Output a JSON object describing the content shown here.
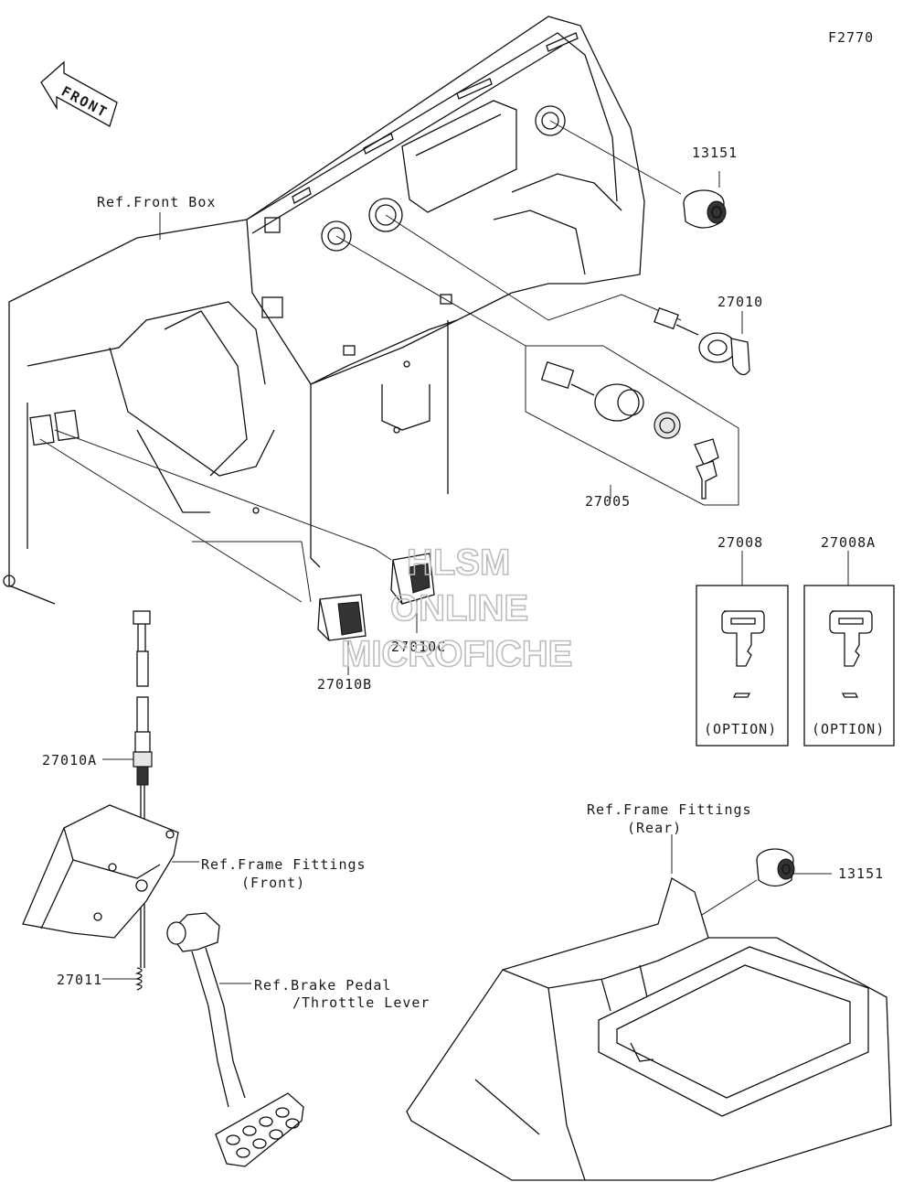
{
  "figure_code": "F2770",
  "front_arrow_text": "FRONT",
  "labels": {
    "ref_front_box": "Ref.Front Box",
    "ref_frame_front_1": "Ref.Frame Fittings",
    "ref_frame_front_2": "(Front)",
    "ref_frame_rear_1": "Ref.Frame Fittings",
    "ref_frame_rear_2": "(Rear)",
    "ref_brake_1": "Ref.Brake Pedal",
    "ref_brake_2": "/Throttle Lever"
  },
  "parts": {
    "p13151_top": "13151",
    "p13151_rear": "13151",
    "p27010": "27010",
    "p27005": "27005",
    "p27008": "27008",
    "p27008A": "27008A",
    "p27010A": "27010A",
    "p27010B": "27010B",
    "p27010C": "27010C",
    "p27011": "27011"
  },
  "option_1": "(OPTION)",
  "option_2": "(OPTION)",
  "watermark": {
    "line1": "HLSM",
    "line2": "ONLINE",
    "line3": "MICROFICHE"
  }
}
